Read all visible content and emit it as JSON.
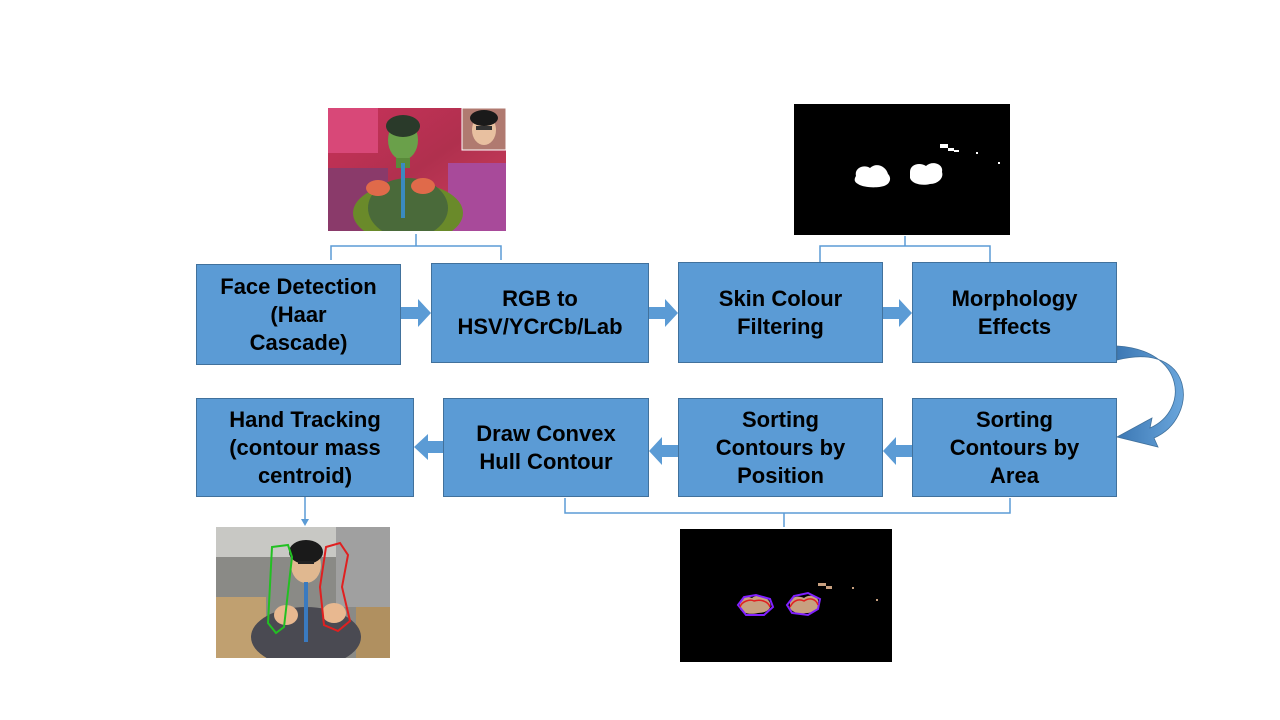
{
  "steps": {
    "face_detection": "Face Detection\n(Haar\nCascade)",
    "rgb_convert": "RGB to\nHSV/YCrCb/Lab",
    "skin_filter": "Skin Colour\nFiltering",
    "morphology": "Morphology\nEffects",
    "sort_area": "Sorting\nContours by\nArea",
    "sort_position": "Sorting\nContours by\nPosition",
    "convex_hull": "Draw Convex\nHull Contour",
    "hand_tracking": "Hand Tracking\n(contour mass\ncentroid)"
  },
  "colors": {
    "box_fill": "#5b9bd5",
    "box_border": "#41719c",
    "arrow": "#5b9bd5"
  }
}
